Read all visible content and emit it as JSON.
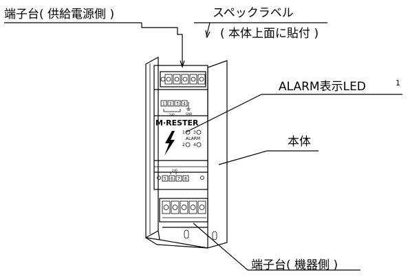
{
  "labels": {
    "terminal_supply": "端子台( 供給電源側 )",
    "spec_label_line1": "スペックラベル",
    "spec_label_line2": "( 本体上面に貼付 )",
    "alarm_led": "ALARM表示LED",
    "alarm_led_note": "1",
    "body": "本体",
    "terminal_device": "端子台( 機器側 )"
  },
  "device": {
    "brand": "M·RESTER",
    "alarm_text": "ALARM",
    "led_numbers": [
      "1",
      "3",
      "2",
      "4"
    ],
    "top_terminal_numbers": [
      "1",
      "2",
      "3",
      "4"
    ],
    "bottom_terminal_numbers": [
      "5",
      "6",
      "7",
      "8"
    ],
    "top_small_text": "240",
    "top_small_text_2": "GND",
    "bottom_small_text": "240"
  }
}
